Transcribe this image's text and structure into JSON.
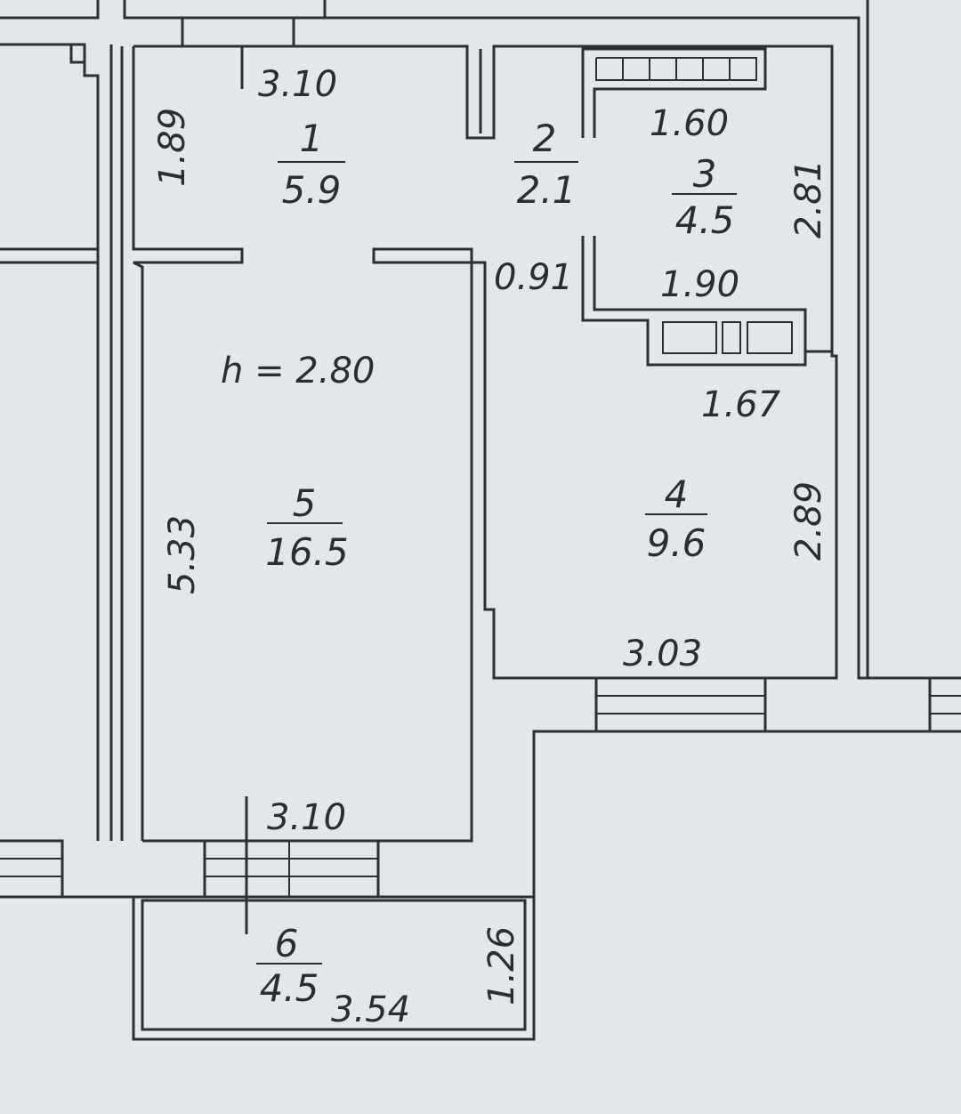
{
  "plan": {
    "ceiling_height": "h = 2.80",
    "rooms": [
      {
        "number": "1",
        "area": "5.9"
      },
      {
        "number": "2",
        "area": "2.1"
      },
      {
        "number": "3",
        "area": "4.5"
      },
      {
        "number": "4",
        "area": "9.6"
      },
      {
        "number": "5",
        "area": "16.5"
      },
      {
        "number": "6",
        "area": "4.5"
      }
    ],
    "dimensions": {
      "room1_width": "3.10",
      "room1_depth": "1.89",
      "room3_width_top": "1.60",
      "room3_depth": "2.81",
      "room2_width": "0.91",
      "room3_width_bottom": "1.90",
      "room4_width_top": "1.67",
      "room4_depth": "2.89",
      "room4_width_bottom": "3.03",
      "room5_depth": "5.33",
      "room5_width": "3.10",
      "balcony_width": "3.54",
      "balcony_depth": "1.26"
    }
  }
}
